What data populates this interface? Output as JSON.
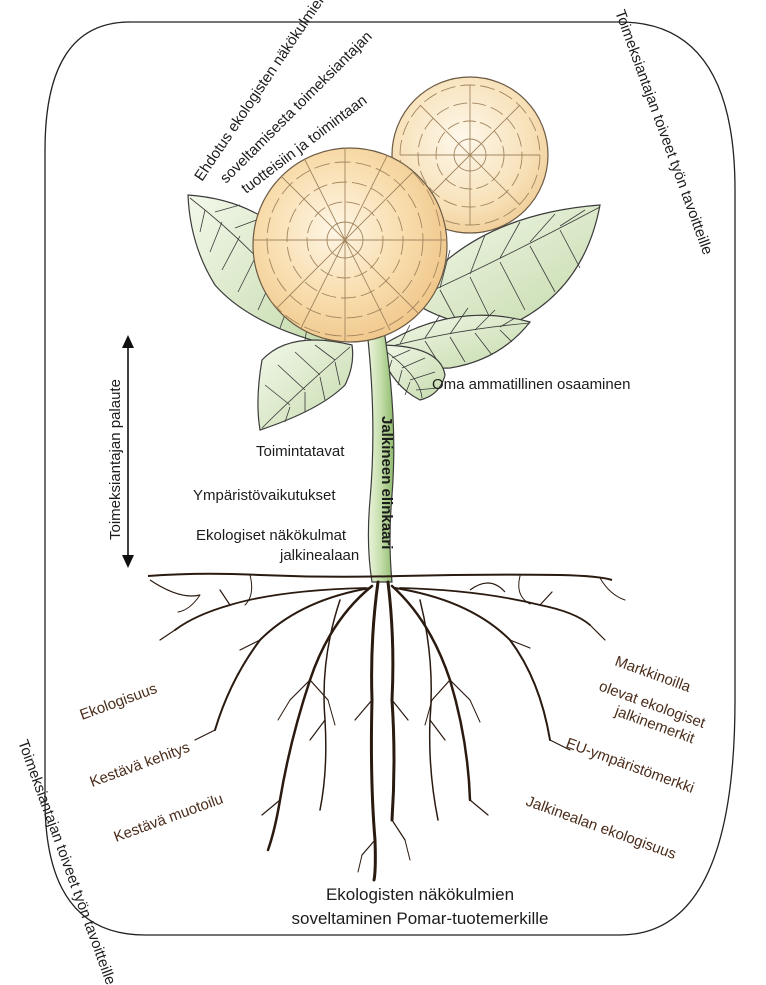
{
  "frame": {
    "label_top_right": "Toimeksiantajan toiveet työn tavoitteille",
    "label_bottom_left": "Toimeksiantajan toiveet työn tavoitteille"
  },
  "flower_label": {
    "line1": "Ehdotus ekologisten näkökulmien",
    "line2": "soveltamisesta toimeksiantajan",
    "line3": "tuotteisiin ja toimintaan"
  },
  "feedback_label": "Toimeksiantajan palaute",
  "leaf_label": "Oma ammatillinen osaaminen",
  "stem_label": "Jalkineen elinkaari",
  "stem_labels": {
    "item1": "Toimintatavat",
    "item2": "Ympäristövaikutukset",
    "item3_line1": "Ekologiset näkökulmat",
    "item3_line2": "jalkinealaan"
  },
  "roots_left": {
    "item1": "Ekologisuus",
    "item2": "Kestävä kehitys",
    "item3": "Kestävä muotoilu"
  },
  "roots_right": {
    "item1_line1": "Markkinoilla",
    "item1_line2": "olevat ekologiset",
    "item1_line3": "jalkinemerkit",
    "item2": "EU-ympäristömerkki",
    "item3": "Jalkinealan ekologisuus"
  },
  "bottom_label": {
    "line1": "Ekologisten näkökulmien",
    "line2": "soveltaminen Pomar-tuotemerkille"
  },
  "colors": {
    "flower_light": "#fdf1dc",
    "flower_mid": "#f8d9a4",
    "flower_dark": "#eec487",
    "leaf_light": "#eef5e3",
    "leaf_dark": "#c9ddb2",
    "stem_light": "#e8f2d8",
    "stem_dark": "#9fc67e",
    "root": "#2a1a10",
    "root_text": "#4a2c1a"
  }
}
